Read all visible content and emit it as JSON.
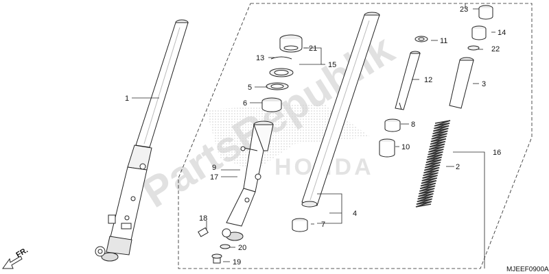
{
  "watermark": {
    "brand": "PartsRepublik",
    "maker": "HONDA"
  },
  "callouts": {
    "c1": "1",
    "c2": "2",
    "c3": "3",
    "c4": "4",
    "c5": "5",
    "c6": "6",
    "c7": "7",
    "c8": "8",
    "c9": "9",
    "c10": "10",
    "c11": "11",
    "c12": "12",
    "c13": "13",
    "c14": "14",
    "c15": "15",
    "c16": "16",
    "c17": "17",
    "c18": "18",
    "c19": "19",
    "c20": "20",
    "c21": "21",
    "c22": "22",
    "c23": "23"
  },
  "front_marker": "FR.",
  "diagram_code": "MJEEF0900A"
}
